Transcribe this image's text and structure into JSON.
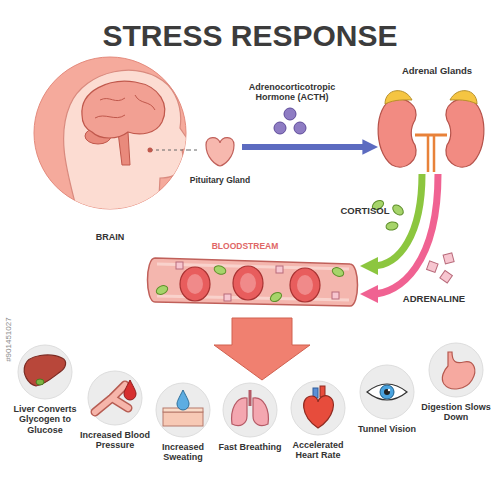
{
  "diagram": {
    "title": "STRESS RESPONSE",
    "nodes": [
      {
        "text": [
          "BRAIN"
        ]
      },
      {
        "text": [
          "Pituitary Gland"
        ]
      },
      {
        "text": [
          "Adrenal Glands"
        ]
      },
      {
        "text": [
          "BLOODSTREAM"
        ]
      },
      {
        "text": [
          "Liver Converts Glycogen to Glucose"
        ]
      },
      {
        "text": [
          "Increased Blood Pressure"
        ]
      },
      {
        "text": [
          "Increased Sweating"
        ]
      },
      {
        "text": [
          "Fast Breathing"
        ]
      },
      {
        "text": [
          "Accelerated Heart Rate"
        ]
      },
      {
        "text": [
          "Tunnel Vision"
        ]
      },
      {
        "text": [
          "Digestion Slows Down"
        ]
      }
    ],
    "edges": [
      {
        "from": 0,
        "to": 1,
        "arrow": "none"
      },
      {
        "from": 1,
        "to": 2,
        "label": "Adrenocorticotropic Hormone (ACTH)",
        "arrow": "to"
      },
      {
        "from": 2,
        "to": 3,
        "label": "CORTISOL",
        "arrow": "to"
      },
      {
        "from": 2,
        "to": 3,
        "label": "ADRENALINE",
        "arrow": "to"
      }
    ],
    "labels": [
      "#901451027"
    ]
  }
}
